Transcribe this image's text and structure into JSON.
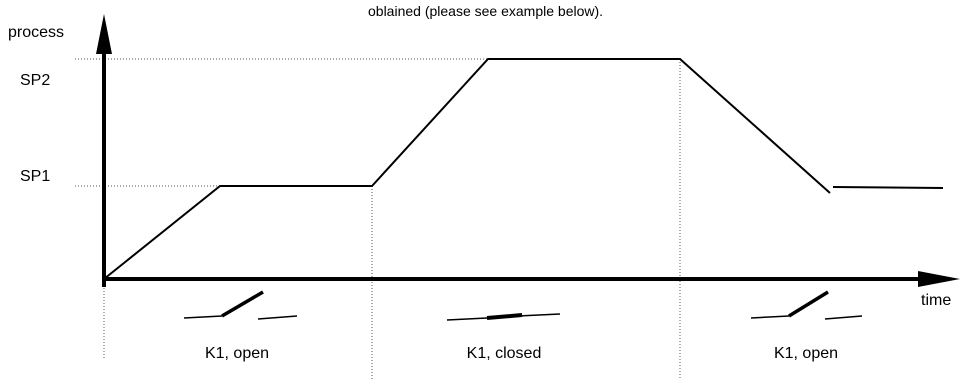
{
  "header_note": "oblained (please see example below).",
  "axes": {
    "y_label": "process",
    "x_label": "time"
  },
  "setpoints": [
    {
      "label": "SP2"
    },
    {
      "label": "SP1"
    }
  ],
  "phases": [
    {
      "label": "K1, open",
      "switch_state": "open"
    },
    {
      "label": "K1, closed",
      "switch_state": "closed"
    },
    {
      "label": "K1, open",
      "switch_state": "open"
    }
  ]
}
